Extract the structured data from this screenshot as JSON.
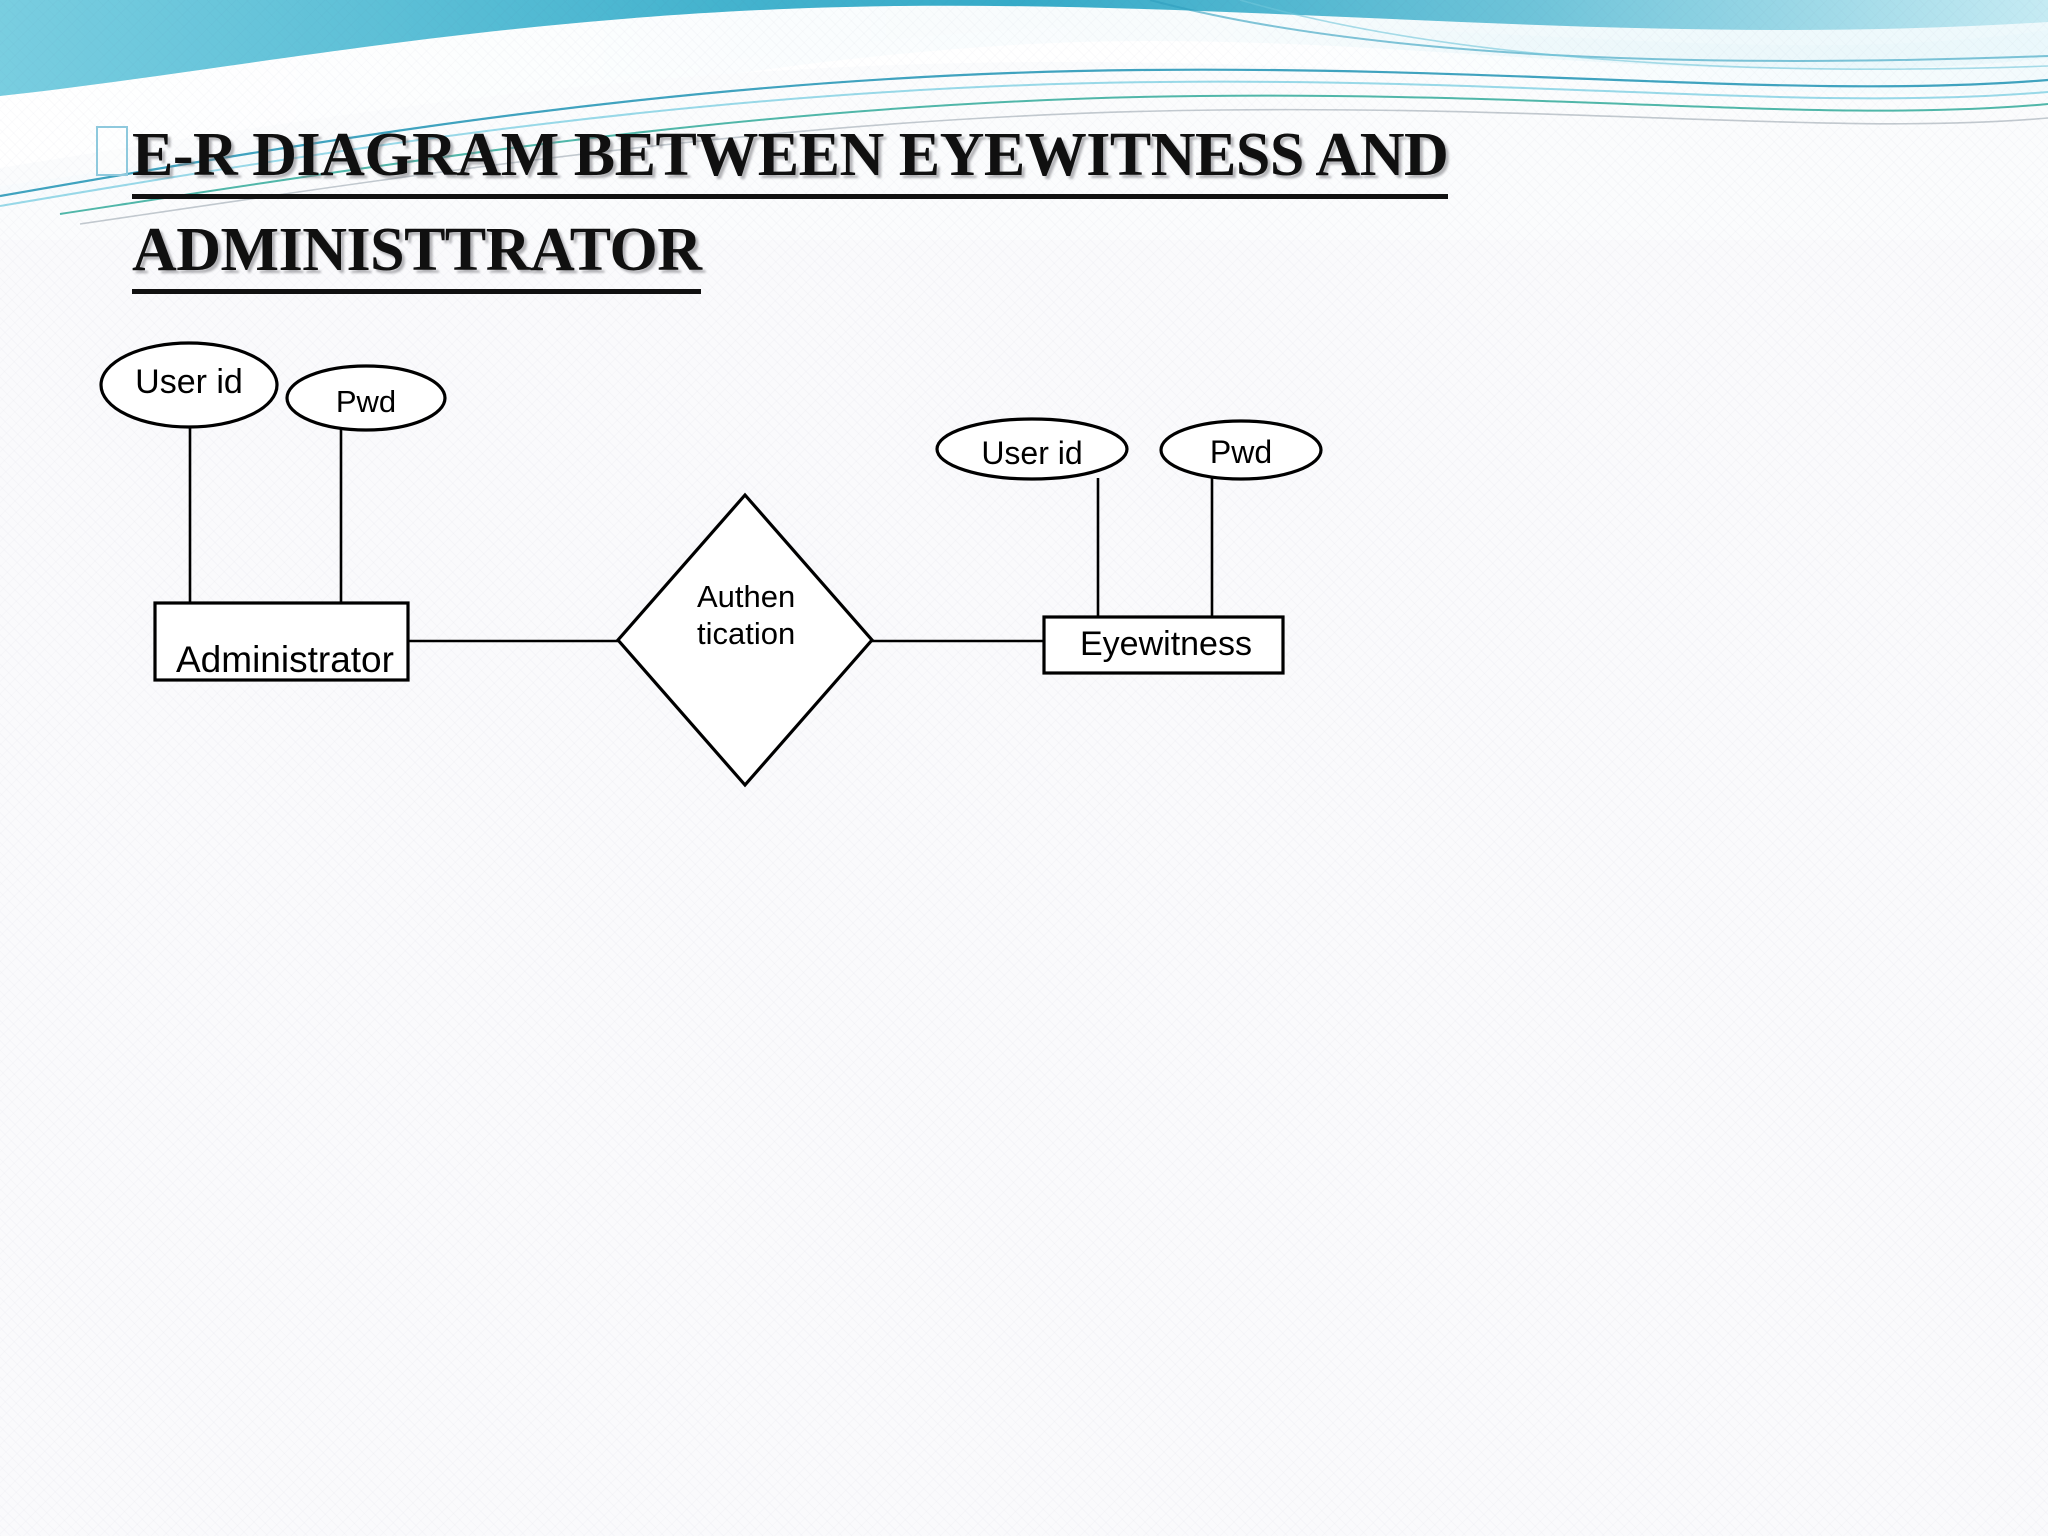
{
  "slide": {
    "background_color": "#fafafc",
    "accent_color": "#5ec8dd",
    "banner_colors": [
      "#59c6dd",
      "#2f9fbe",
      "#1f7f9c",
      "#17a08c",
      "#b9e5ef"
    ]
  },
  "title": {
    "bullet_icon": "bullet-box-icon",
    "line1": "E-R DIAGRAM BETWEEN EYEWITNESS AND",
    "line2": "ADMINISTTRATOR",
    "full_text": "E-R DIAGRAM BETWEEN EYEWITNESS AND ADMINISTTRATOR"
  },
  "diagram": {
    "type": "entity-relationship-diagram",
    "entities": [
      {
        "id": "administrator",
        "label": "Administrator",
        "shape": "rectangle"
      },
      {
        "id": "eyewitness",
        "label": "Eyewitness",
        "shape": "rectangle"
      }
    ],
    "relationships": [
      {
        "id": "authentication",
        "label_line1": "Authen",
        "label_line2": "tication",
        "label": "Authentication",
        "shape": "diamond"
      }
    ],
    "attributes": [
      {
        "id": "admin-userid",
        "label": "User id",
        "shape": "ellipse",
        "owner": "administrator"
      },
      {
        "id": "admin-pwd",
        "label": "Pwd",
        "shape": "ellipse",
        "owner": "administrator"
      },
      {
        "id": "eyewitness-userid",
        "label": "User id",
        "shape": "ellipse",
        "owner": "eyewitness"
      },
      {
        "id": "eyewitness-pwd",
        "label": "Pwd",
        "shape": "ellipse",
        "owner": "eyewitness"
      }
    ],
    "connectors": [
      {
        "from": "admin-userid",
        "to": "administrator"
      },
      {
        "from": "admin-pwd",
        "to": "administrator"
      },
      {
        "from": "administrator",
        "to": "authentication"
      },
      {
        "from": "authentication",
        "to": "eyewitness"
      },
      {
        "from": "eyewitness-userid",
        "to": "eyewitness"
      },
      {
        "from": "eyewitness-pwd",
        "to": "eyewitness"
      }
    ],
    "stroke_color": "#000000",
    "fill_color": "#ffffff"
  }
}
